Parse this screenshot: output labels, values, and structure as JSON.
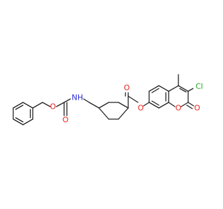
{
  "atom_labels": {
    "cl": "Cl",
    "methyl": "",
    "ester_o1": "O",
    "ester_o2": "O",
    "lactone_o_ring": "O",
    "lactone_o_carbonyl": "O",
    "carbamate_nh": "NH",
    "carbamate_o_carbonyl": "O",
    "carbamate_o_ether": "O"
  },
  "colors": {
    "bond": "#222222",
    "oxygen": "#e8231e",
    "nitrogen": "#2a2bd4",
    "chlorine": "#1ea81e"
  }
}
